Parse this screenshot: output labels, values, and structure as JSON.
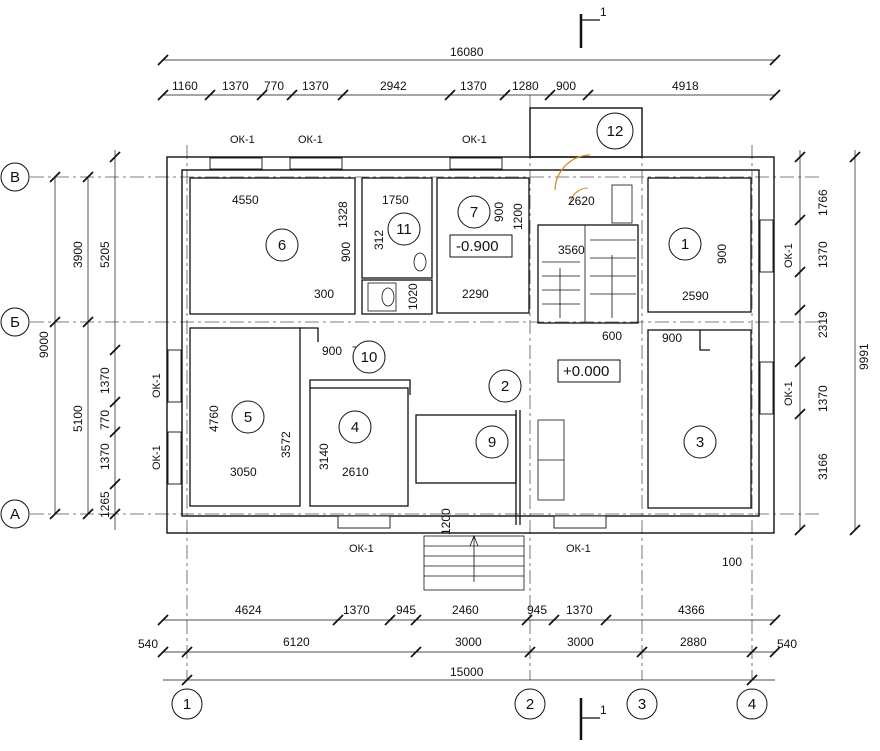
{
  "section_marker": "1",
  "dims_top": {
    "overall": "16080",
    "row": [
      "1160",
      "1370",
      "770",
      "1370",
      "2942",
      "1370",
      "1280",
      "900",
      "4918"
    ]
  },
  "dims_bottom": {
    "row1": [
      "4624",
      "1370",
      "945",
      "2460",
      "945",
      "1370",
      "4366"
    ],
    "row2": [
      "540",
      "6120",
      "3000",
      "3000",
      "2880",
      "540"
    ],
    "overall": "15000",
    "small": "100"
  },
  "dims_left": {
    "overall": "9000",
    "outer": [
      "3900",
      "5100"
    ],
    "inner": [
      "5205",
      "1370",
      "770",
      "1370",
      "1265"
    ]
  },
  "dims_right": {
    "overall": "9991",
    "row": [
      "1766",
      "1370",
      "2319",
      "1370",
      "3166"
    ]
  },
  "interior_dims": [
    "4550",
    "1328",
    "1750",
    "900",
    "312",
    "900",
    "1200",
    "2620",
    "3560",
    "900",
    "2290",
    "300",
    "1020",
    "2590",
    "600",
    "900",
    "900",
    "750",
    "4760",
    "3572",
    "3140",
    "3050",
    "2610",
    "1200"
  ],
  "window_tag": "ОК-1",
  "axes": {
    "rows": [
      "В",
      "Б",
      "А"
    ],
    "cols": [
      "1",
      "2",
      "3",
      "4"
    ]
  },
  "rooms": [
    "1",
    "2",
    "3",
    "4",
    "5",
    "6",
    "7",
    "9",
    "10",
    "11",
    "12"
  ],
  "levels": [
    "-0.900",
    "+0.000"
  ]
}
